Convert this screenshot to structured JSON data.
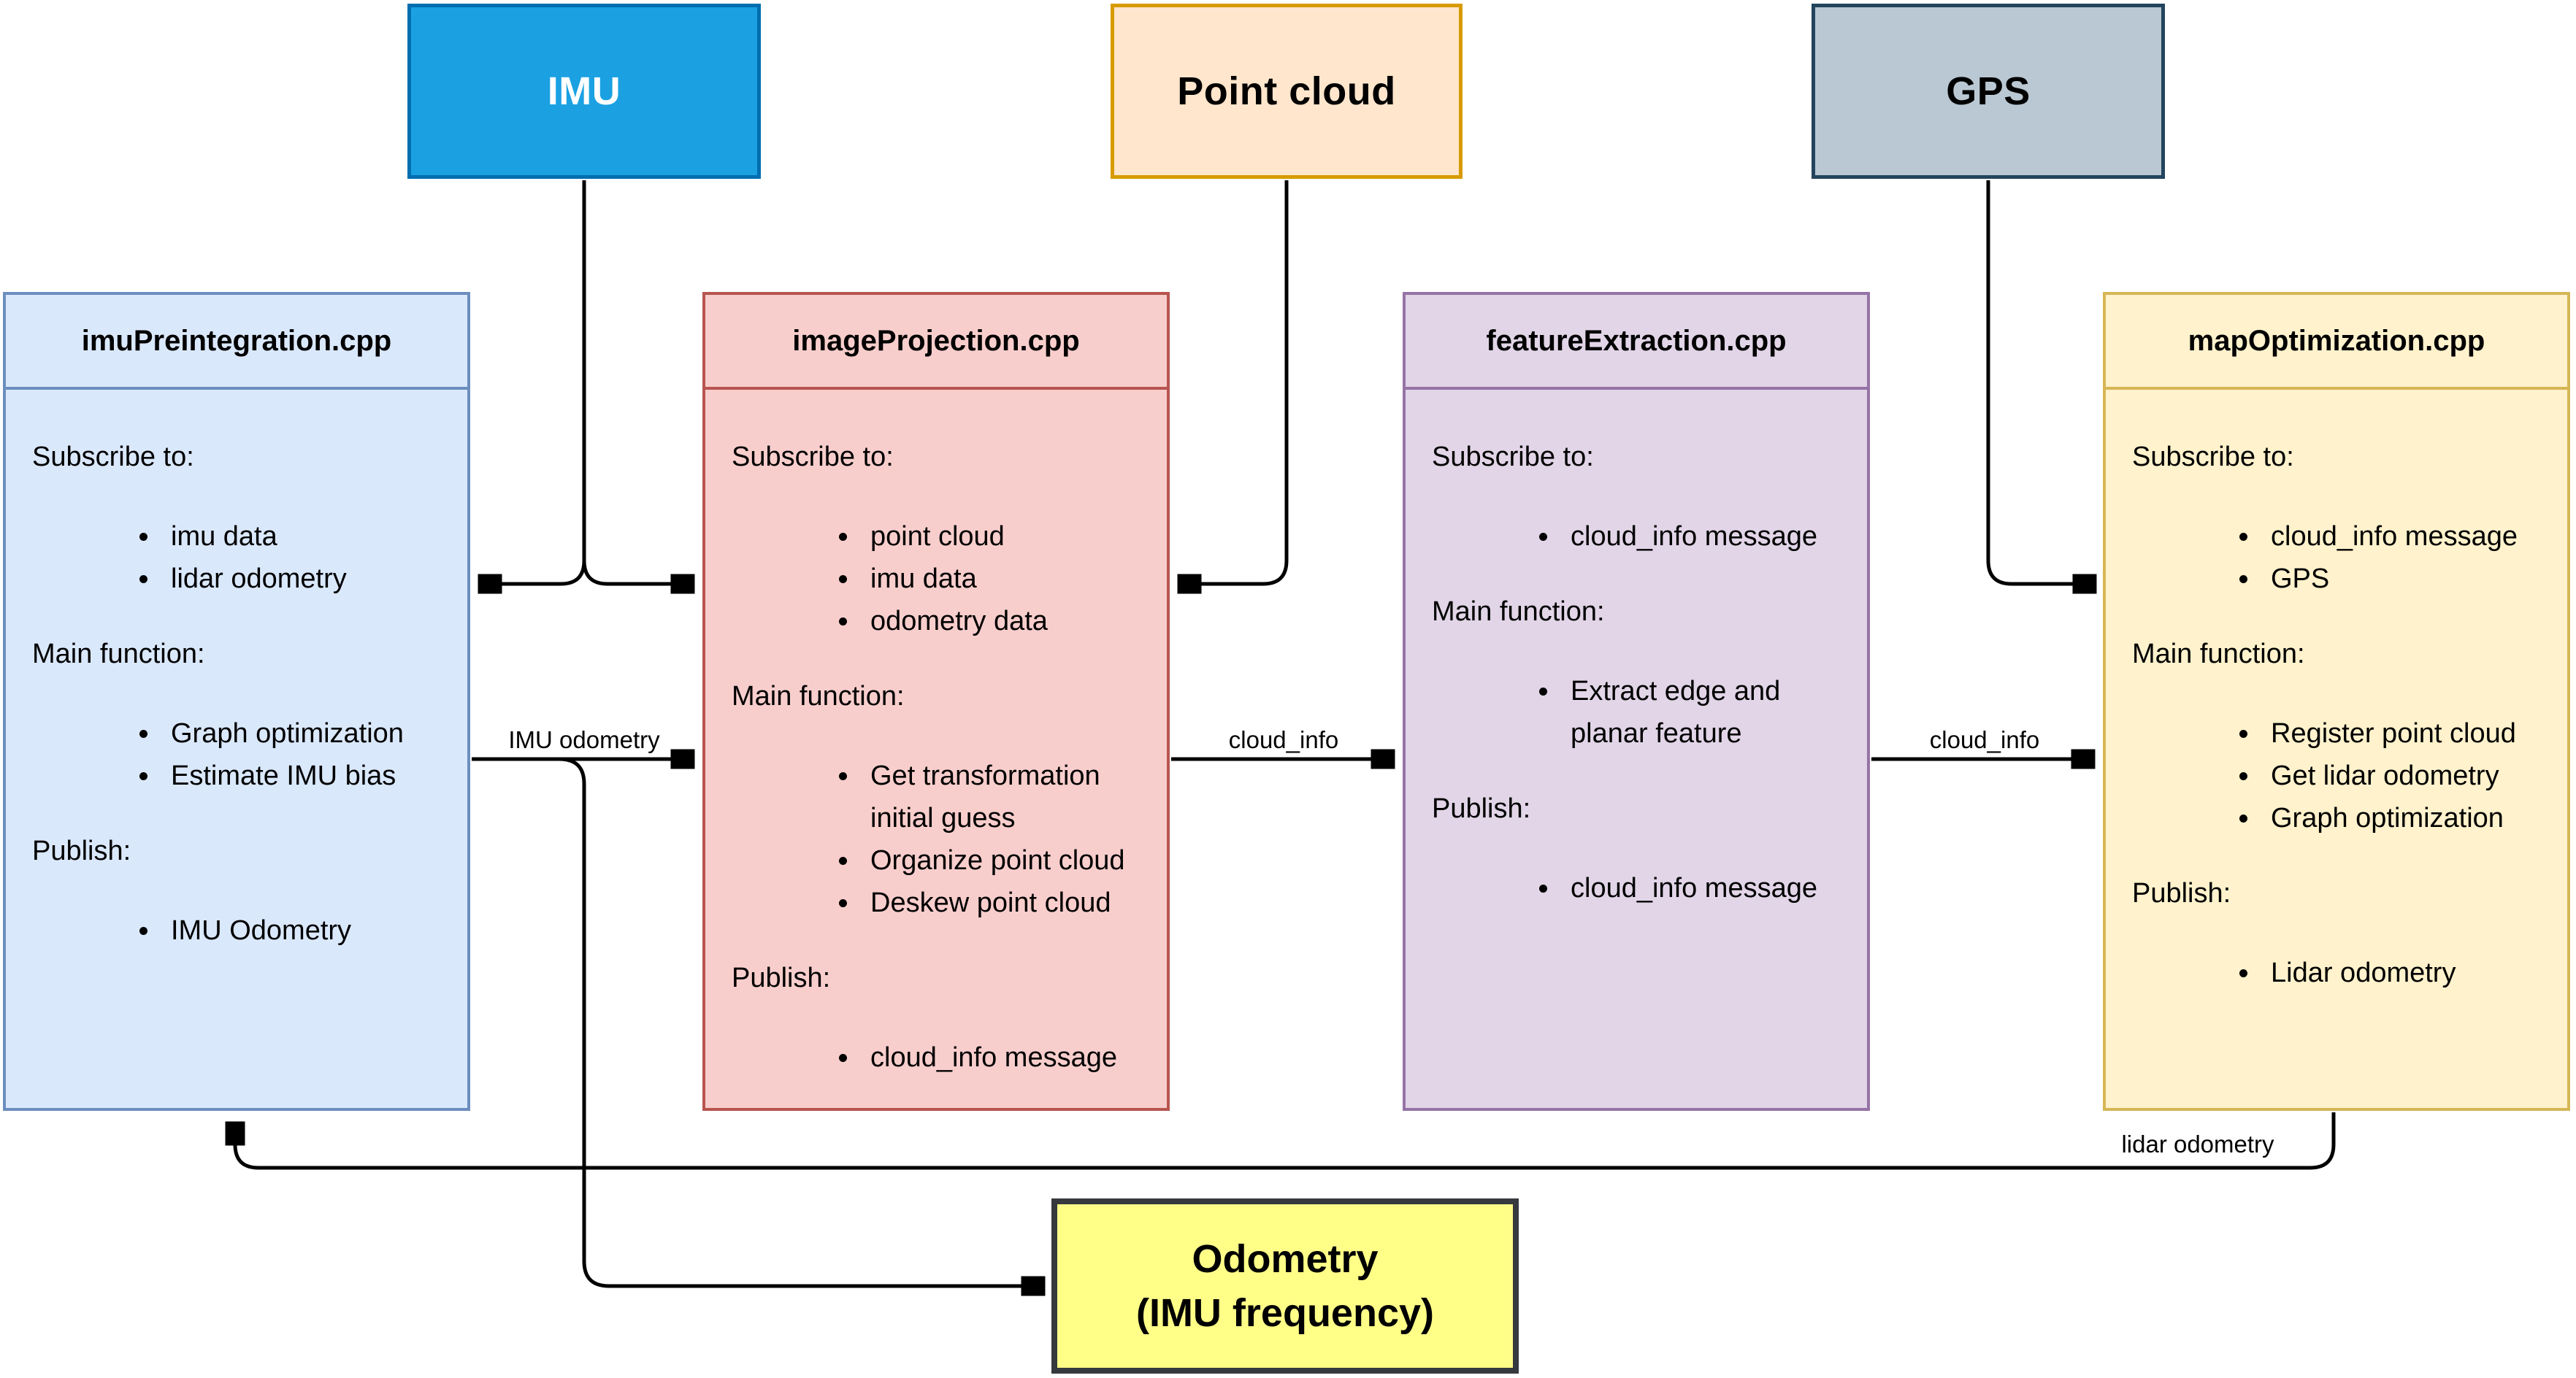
{
  "arrow_color": "#000000",
  "sources": [
    {
      "label": "IMU",
      "fill": "#1ba1e2",
      "stroke": "#006eaf",
      "text_color": "#ffffff"
    },
    {
      "label": "Point cloud",
      "fill": "#ffe6cc",
      "stroke": "#d79b00",
      "text_color": "#000000"
    },
    {
      "label": "GPS",
      "fill": "#bac8d3",
      "stroke": "#23445d",
      "text_color": "#000000"
    }
  ],
  "modules": [
    {
      "title": "imuPreintegration.cpp",
      "fill": "#dae8fc",
      "stroke": "#6c8ebf",
      "sections": [
        {
          "label": "Subscribe to:",
          "items": [
            "imu data",
            "lidar odometry"
          ]
        },
        {
          "label": "Main function:",
          "items": [
            "Graph optimization",
            "Estimate IMU bias"
          ]
        },
        {
          "label": "Publish:",
          "items": [
            "IMU Odometry"
          ]
        }
      ]
    },
    {
      "title": "imageProjection.cpp",
      "fill": "#f8cecc",
      "stroke": "#b85450",
      "sections": [
        {
          "label": "Subscribe to:",
          "items": [
            "point cloud",
            "imu data",
            "odometry data"
          ]
        },
        {
          "label": "Main function:",
          "items": [
            "Get transformation initial guess",
            "Organize point cloud",
            "Deskew point cloud"
          ]
        },
        {
          "label": "Publish:",
          "items": [
            "cloud_info message"
          ]
        }
      ]
    },
    {
      "title": "featureExtraction.cpp",
      "fill": "#e1d5e7",
      "stroke": "#9673a6",
      "sections": [
        {
          "label": "Subscribe to:",
          "items": [
            "cloud_info message"
          ]
        },
        {
          "label": "Main function:",
          "items": [
            "Extract edge and planar feature"
          ]
        },
        {
          "label": "Publish:",
          "items": [
            "cloud_info message"
          ]
        }
      ]
    },
    {
      "title": "mapOptimization.cpp",
      "fill": "#fff2cc",
      "stroke": "#d6b656",
      "sections": [
        {
          "label": "Subscribe to:",
          "items": [
            "cloud_info message",
            "GPS"
          ]
        },
        {
          "label": "Main function:",
          "items": [
            "Register point cloud",
            "Get lidar odometry",
            "Graph optimization"
          ]
        },
        {
          "label": "Publish:",
          "items": [
            "Lidar odometry"
          ]
        }
      ]
    }
  ],
  "output": {
    "line1": "Odometry",
    "line2": "(IMU frequency)",
    "fill": "#ffff88",
    "stroke": "#36393d"
  },
  "edge_labels": {
    "imu_odometry": "IMU odometry",
    "cloud_info_1": "cloud_info",
    "cloud_info_2": "cloud_info",
    "lidar_odometry": "lidar odometry"
  }
}
